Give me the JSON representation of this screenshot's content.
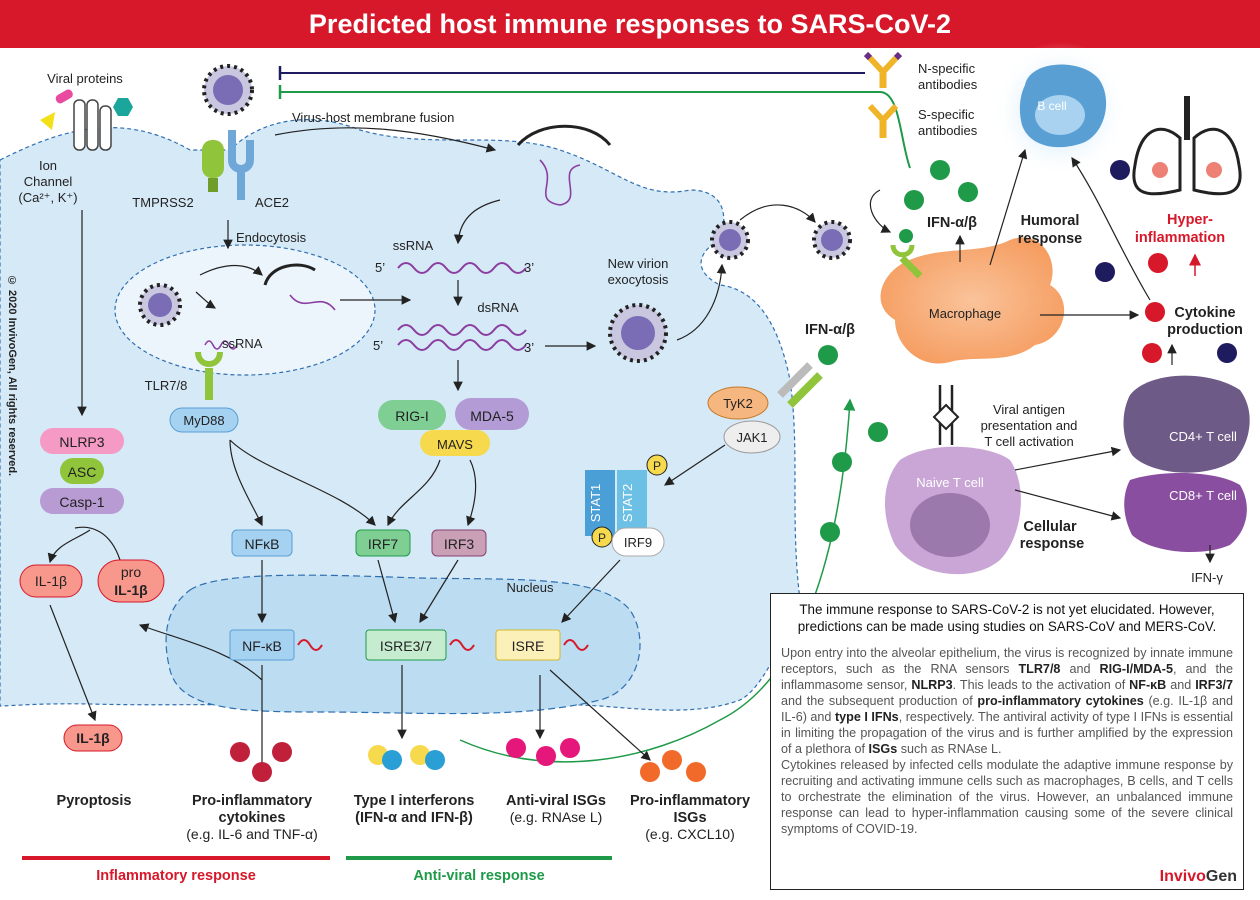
{
  "title": "Predicted host immune responses to SARS-CoV-2",
  "copyright": "© 2020 InvivoGen, All rights reserved.",
  "labels": {
    "viral_proteins": "Viral proteins",
    "ion_channel": "Ion Channel (Ca²⁺, K⁺)",
    "ion_channel_l1": "Ion",
    "ion_channel_l2": "Channel",
    "ion_channel_l3": "(Ca²⁺, K⁺)",
    "tmprss2": "TMPRSS2",
    "ace2": "ACE2",
    "endocytosis": "Endocytosis",
    "fusion": "Virus-host membrane fusion",
    "n_antibodies_l1": "N-specific",
    "n_antibodies_l2": "antibodies",
    "s_antibodies_l1": "S-specific",
    "s_antibodies_l2": "antibodies",
    "b_cell": "B cell",
    "ssrna": "ssRNA",
    "ssrna_endosome": "ssRNA",
    "dsrna": "dsRNA",
    "five_prime": "5’",
    "three_prime": "3’",
    "new_virion_l1": "New virion",
    "new_virion_l2": "exocytosis",
    "tlr78": "TLR7/8",
    "myd88": "MyD88",
    "rigi": "RIG-I",
    "mda5": "MDA-5",
    "mavs": "MAVS",
    "nlrp3": "NLRP3",
    "asc": "ASC",
    "casp1": "Casp-1",
    "il1b": "IL-1β",
    "pro": "pro",
    "pro_il1b": "IL-1β",
    "nfkb": "NFκB",
    "irf7": "IRF7",
    "irf3": "IRF3",
    "nucleus": "Nucleus",
    "nfkb_nuc": "NF-κB",
    "isre37": "ISRE3/7",
    "isre": "ISRE",
    "stat1": "STAT1",
    "stat2": "STAT2",
    "irf9": "IRF9",
    "p": "P",
    "tyk2": "TyK2",
    "jak1": "JAK1",
    "ifn_receptor": "IFN-α/β",
    "ifn_macrophage": "IFN-α/β",
    "macrophage": "Macrophage",
    "humoral_l1": "Humoral",
    "humoral_l2": "response",
    "hyper_l1": "Hyper-",
    "hyper_l2": "inflammation",
    "cytokine_l1": "Cytokine",
    "cytokine_l2": "production",
    "viral_antigen_l1": "Viral antigen",
    "viral_antigen_l2": "presentation and",
    "viral_antigen_l3": "T cell activation",
    "naive_t": "Naive T cell",
    "cd4": "CD4+ T cell",
    "cd8": "CD8+ T cell",
    "ifng": "IFN-γ",
    "cellular_l1": "Cellular",
    "cellular_l2": "response",
    "il1b_out": "IL-1β",
    "pyroptosis": "Pyroptosis",
    "proinf_cyt_l1": "Pro-inflammatory",
    "proinf_cyt_l2": "cytokines",
    "proinf_cyt_l3": "(e.g. IL-6 and TNF-α)",
    "type1_l1": "Type I interferons",
    "type1_l2": "(IFN-α and IFN-β)",
    "antiviral_l1": "Anti-viral ISGs",
    "antiviral_l2": "(e.g. RNAse L)",
    "proinf_isg_l1": "Pro-inflammatory",
    "proinf_isg_l2": "ISGs",
    "proinf_isg_l3": "(e.g. CXCL10)",
    "inflammatory_response": "Inflammatory response",
    "antiviral_response": "Anti-viral response"
  },
  "textbox": {
    "intro": "The immune response to SARS-CoV-2 is not yet elucidated. However, predictions can be made using studies on SARS-CoV and MERS-CoV.",
    "p1_a": "Upon entry into the alveolar epithelium, the virus is recognized by innate immune receptors, such as the RNA sensors ",
    "p1_tlr": "TLR7/8",
    "p1_b": " and ",
    "p1_rig": "RIG-I/MDA-5",
    "p1_c": ", and the inflammasome sensor, ",
    "p1_nlrp3": "NLRP3",
    "p1_d": ". This leads to the activation of ",
    "p1_nfkb": "NF-κB",
    "p1_e": " and ",
    "p1_irf": "IRF3/7",
    "p1_f": " and the subsequent production of ",
    "p1_proinf": "pro-inflammatory cytokines",
    "p1_g": " (e.g. IL-1β and IL-6) and ",
    "p1_ifn": "type I IFNs",
    "p1_h": ", respectively. The antiviral activity of type I IFNs is essential in limiting the propagation of the virus and is further amplified by the expression of a plethora of ",
    "p1_isgs": "ISGs",
    "p1_i": " such as RNAse L.",
    "p2": "Cytokines released by infected cells modulate the adaptive immune response by recruiting and activating immune cells such as macrophages, B cells, and T cells to orchestrate the elimination of the virus. However, an unbalanced immune response can lead to hyper-inflammation causing some of the severe clinical symptoms of COVID-19."
  },
  "logo": {
    "part1": "Invivo",
    "part2": "Gen"
  },
  "colors": {
    "red": "#d7182a",
    "green": "#1e9a48",
    "navy": "#1e1b5e",
    "cell": "#d6e9f7",
    "orange": "#f7a56a",
    "purple": "#7a4a8c"
  }
}
